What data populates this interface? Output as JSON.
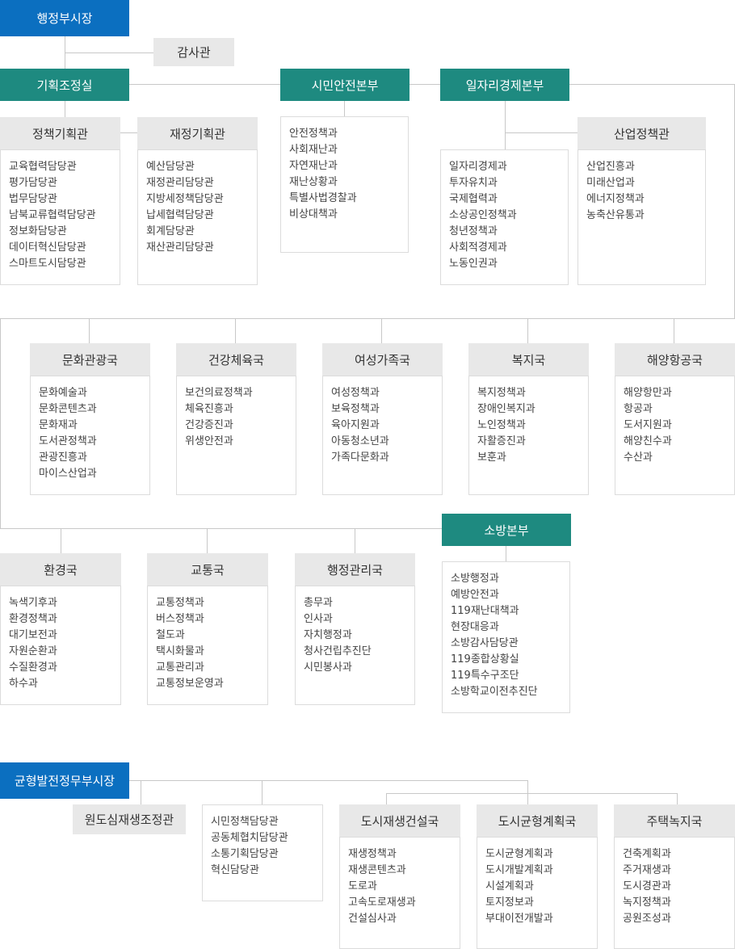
{
  "colors": {
    "executive": "#0b6fc0",
    "headquarters": "#1e8a80",
    "header_bg": "#e8e8e8",
    "line": "#c8c8c8"
  },
  "vice_mayor_admin": {
    "title": "행정부시장",
    "audit": "감사관",
    "planning": {
      "title": "기획조정실",
      "policy": {
        "title": "정책기획관",
        "items": [
          "교육협력담당관",
          "평가담당관",
          "법무담당관",
          "남북교류협력담당관",
          "정보화담당관",
          "데이터혁신담당관",
          "스마트도시담당관"
        ]
      },
      "finance": {
        "title": "재정기획관",
        "items": [
          "예산담당관",
          "재정관리담당관",
          "지방세정책담당관",
          "납세협력담당관",
          "회계담당관",
          "재산관리담당관"
        ]
      }
    },
    "citizen_safety": {
      "title": "시민안전본부",
      "items": [
        "안전정책과",
        "사회재난과",
        "자연재난과",
        "재난상황과",
        "특별사법경찰과",
        "비상대책과"
      ]
    },
    "jobs_economy": {
      "title": "일자리경제본부",
      "items": [
        "일자리경제과",
        "투자유치과",
        "국제협력과",
        "소상공인정책과",
        "청년정책과",
        "사회적경제과",
        "노동인권과"
      ],
      "industry": {
        "title": "산업정책관",
        "items": [
          "산업진흥과",
          "미래산업과",
          "에너지정책과",
          "농축산유통과"
        ]
      }
    },
    "bureaus_row1": [
      {
        "title": "문화관광국",
        "items": [
          "문화예술과",
          "문화콘텐츠과",
          "문화재과",
          "도서관정책과",
          "관광진흥과",
          "마이스산업과"
        ]
      },
      {
        "title": "건강체육국",
        "items": [
          "보건의료정책과",
          "체육진흥과",
          "건강증진과",
          "위생안전과"
        ]
      },
      {
        "title": "여성가족국",
        "items": [
          "여성정책과",
          "보육정책과",
          "육아지원과",
          "아동청소년과",
          "가족다문화과"
        ]
      },
      {
        "title": "복지국",
        "items": [
          "복지정책과",
          "장애인복지과",
          "노인정책과",
          "자활증진과",
          "보훈과"
        ]
      },
      {
        "title": "해양항공국",
        "items": [
          "해양항만과",
          "항공과",
          "도서지원과",
          "해양친수과",
          "수산과"
        ]
      }
    ],
    "bureaus_row2": [
      {
        "title": "환경국",
        "items": [
          "녹색기후과",
          "환경정책과",
          "대기보전과",
          "자원순환과",
          "수질환경과",
          "하수과"
        ]
      },
      {
        "title": "교통국",
        "items": [
          "교통정책과",
          "버스정책과",
          "철도과",
          "택시화물과",
          "교통관리과",
          "교통정보운영과"
        ]
      },
      {
        "title": "행정관리국",
        "items": [
          "총무과",
          "인사과",
          "자치행정과",
          "청사건립추진단",
          "시민봉사과"
        ]
      }
    ],
    "fire": {
      "title": "소방본부",
      "items": [
        "소방행정과",
        "예방안전과",
        "119재난대책과",
        "현장대응과",
        "소방감사담당관",
        "119종합상황실",
        "119특수구조단",
        "소방학교이전추진단"
      ]
    }
  },
  "vice_mayor_balance": {
    "title": "균형발전정무부시장",
    "wondo": "원도심재생조정관",
    "officers": [
      "시민정책담당관",
      "공동체협치담당관",
      "소통기획담당관",
      "혁신담당관"
    ],
    "bureaus": [
      {
        "title": "도시재생건설국",
        "items": [
          "재생정책과",
          "재생콘텐츠과",
          "도로과",
          "고속도로재생과",
          "건설심사과"
        ]
      },
      {
        "title": "도시균형계획국",
        "items": [
          "도시균형계획과",
          "도시개발계획과",
          "시설계획과",
          "토지정보과",
          "부대이전개발과"
        ]
      },
      {
        "title": "주택녹지국",
        "items": [
          "건축계획과",
          "주거재생과",
          "도시경관과",
          "녹지정책과",
          "공원조성과"
        ]
      }
    ]
  }
}
